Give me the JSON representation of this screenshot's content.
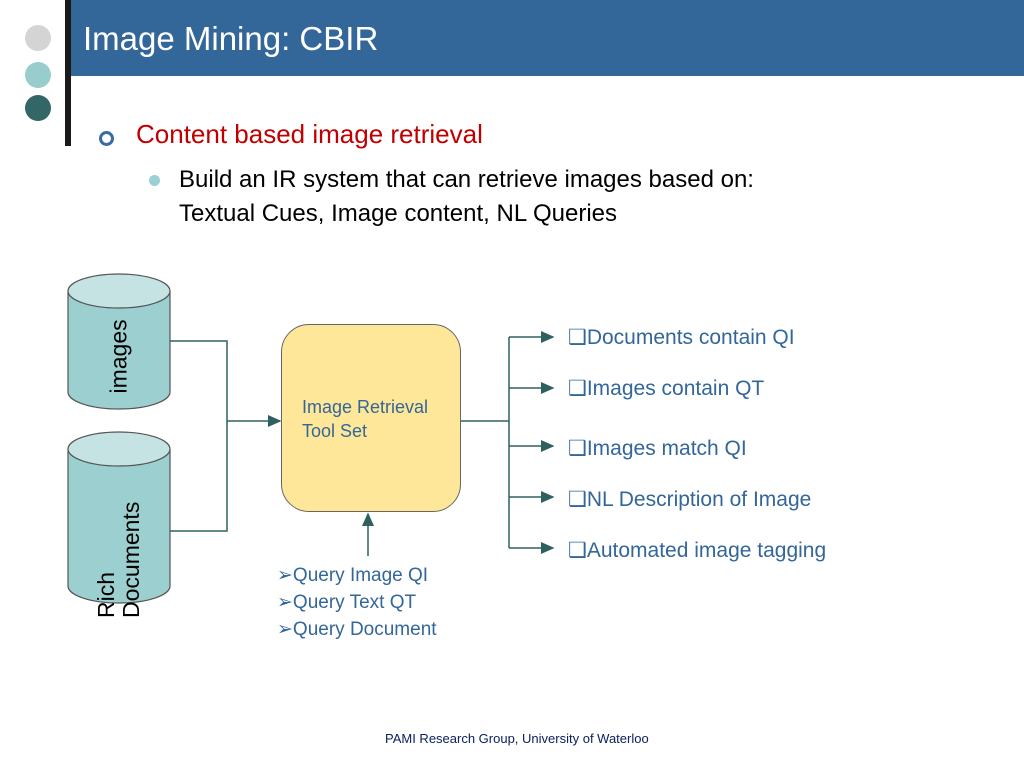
{
  "slide": {
    "title": "Image Mining: CBIR",
    "bullet_level1": "Content based image retrieval",
    "bullet_level2_line1": "Build an IR system that can retrieve images based on:",
    "bullet_level2_line2": "Textual Cues, Image content, NL Queries",
    "footer": "PAMI Research Group, University of Waterloo"
  },
  "diagram": {
    "source_images": "images",
    "source_documents_line1": "Rich",
    "source_documents_line2": "Documents",
    "tool_line1": "Image Retrieval",
    "tool_line2": "Tool Set",
    "queries": [
      "Query Image QI",
      "Query Text QT",
      "Query Document"
    ],
    "outputs": [
      "Documents contain QI",
      "Images contain QT",
      "Images match QI",
      "NL Description of Image",
      "Automated image tagging"
    ],
    "query_marker": "➢",
    "output_marker": "❑"
  },
  "colors": {
    "title_bar": "#336699",
    "cylinder_fill": "#9ccfcf",
    "cylinder_top": "#c6e3e3",
    "tool_fill": "#ffe799",
    "connector": "#2e6060",
    "accent_red": "#c00000",
    "dot_1": "#d4d4d4",
    "dot_2": "#99cccc",
    "dot_3": "#336666"
  }
}
